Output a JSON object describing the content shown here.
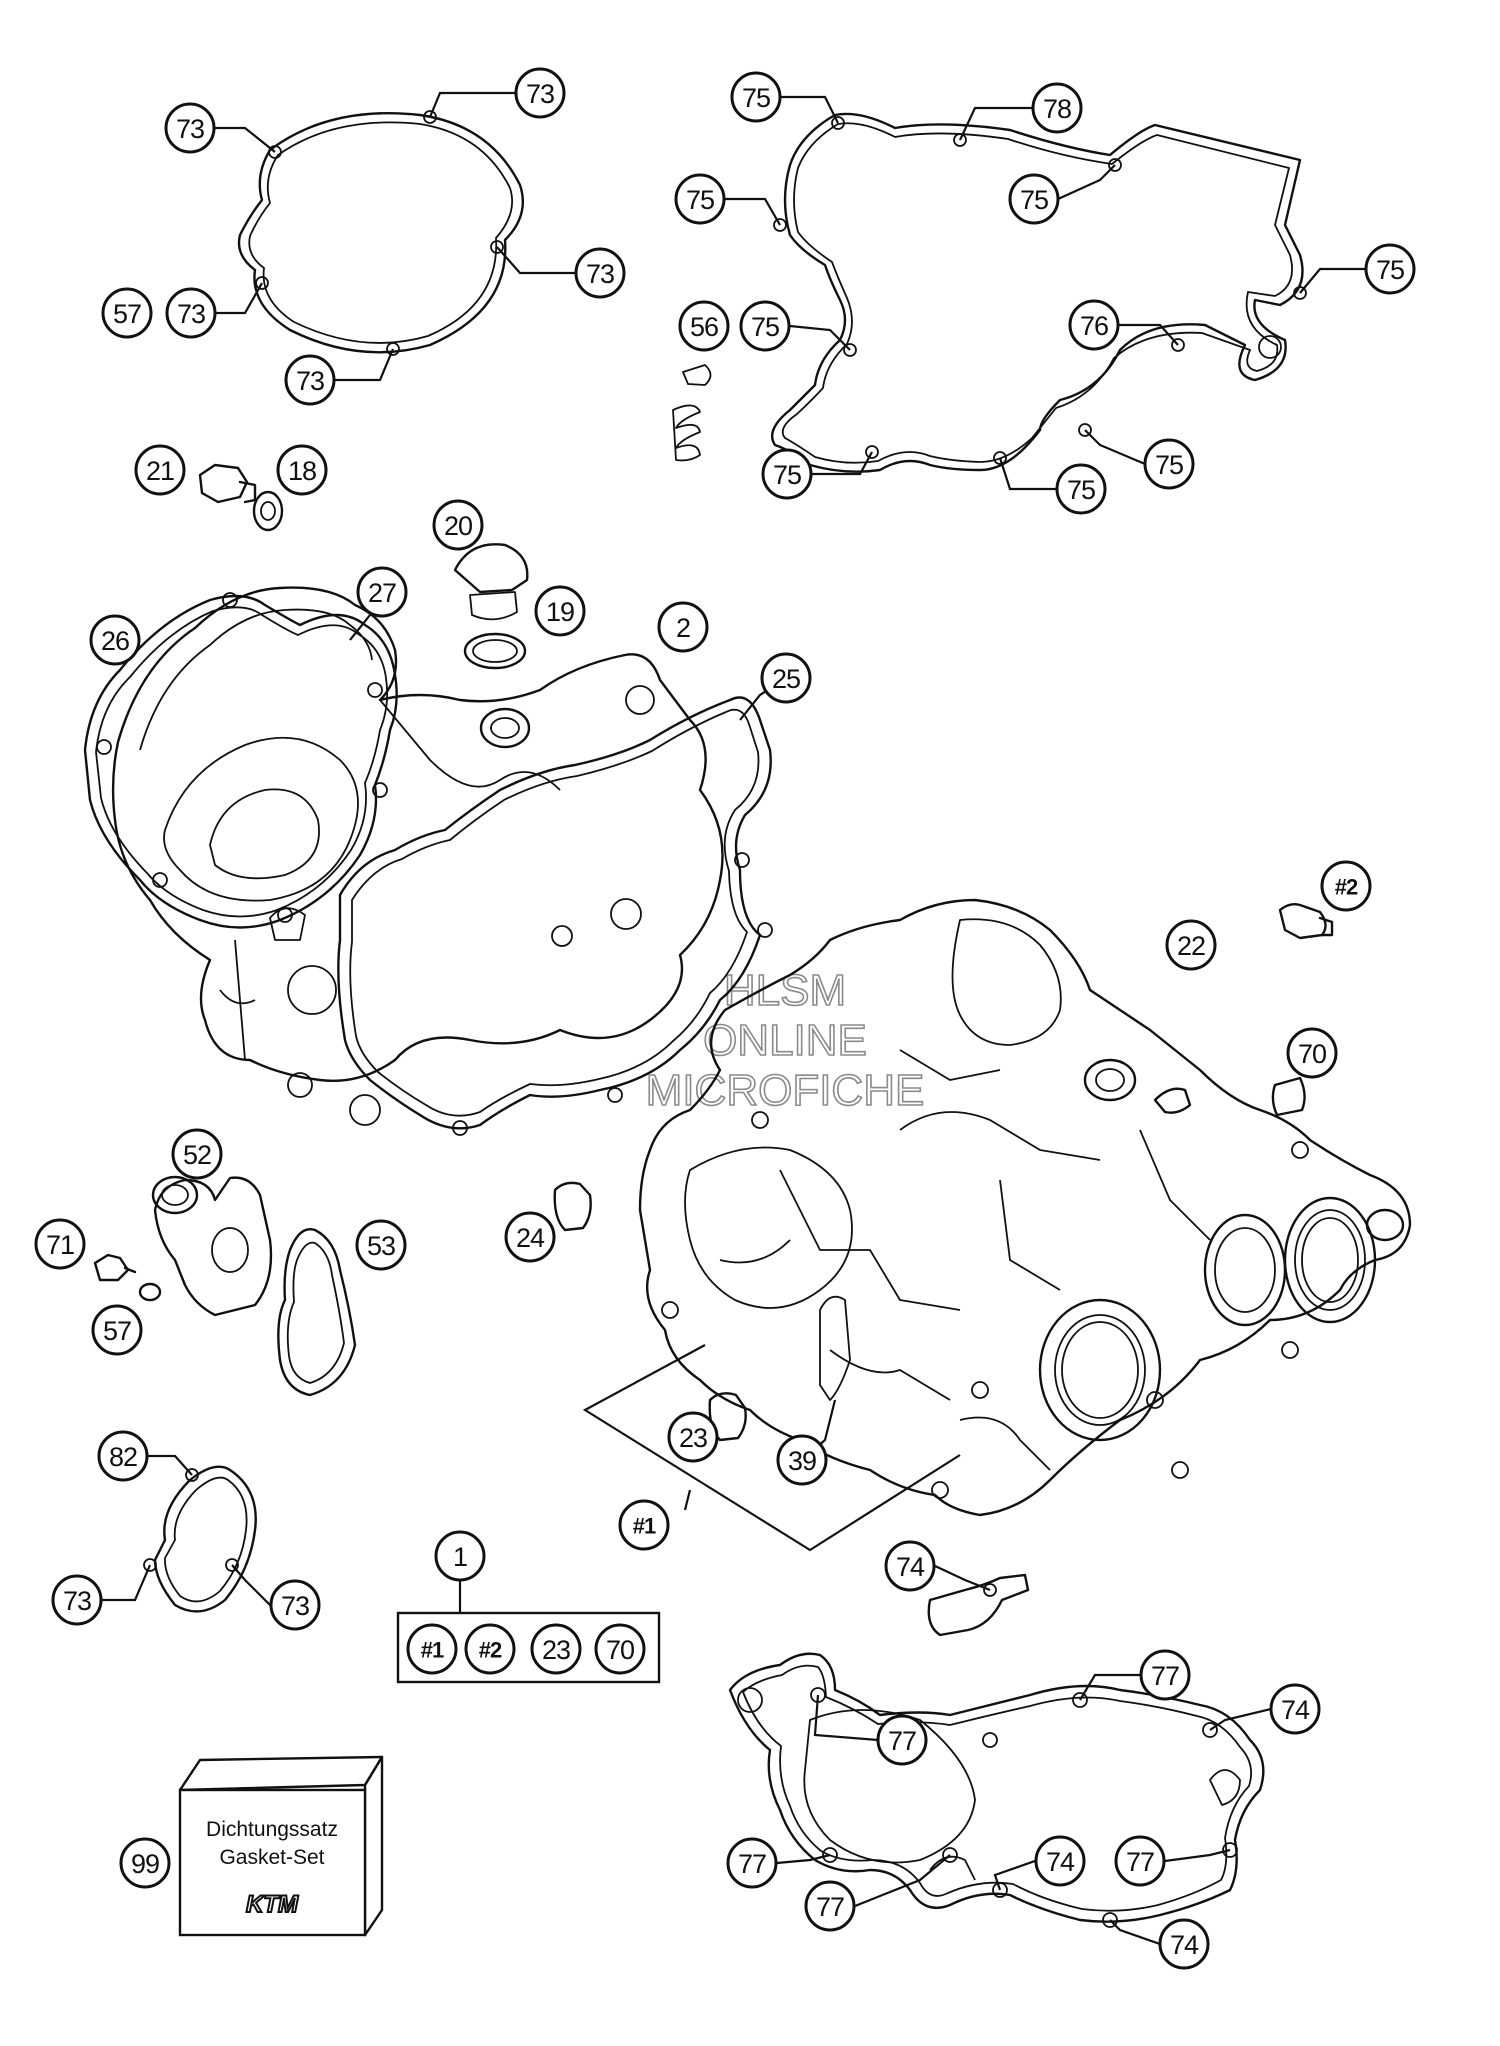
{
  "callouts": [
    {
      "label": "73"
    },
    {
      "label": "73"
    },
    {
      "label": "73"
    },
    {
      "label": "57"
    },
    {
      "label": "73"
    },
    {
      "label": "73"
    },
    {
      "label": "75"
    },
    {
      "label": "78"
    },
    {
      "label": "75"
    },
    {
      "label": "75"
    },
    {
      "label": "75"
    },
    {
      "label": "76"
    },
    {
      "label": "56"
    },
    {
      "label": "75"
    },
    {
      "label": "75"
    },
    {
      "label": "75"
    },
    {
      "label": "75"
    },
    {
      "label": "21"
    },
    {
      "label": "18"
    },
    {
      "label": "20"
    },
    {
      "label": "27"
    },
    {
      "label": "19"
    },
    {
      "label": "26"
    },
    {
      "label": "2"
    },
    {
      "label": "25"
    },
    {
      "label": "#2"
    },
    {
      "label": "22"
    },
    {
      "label": "70"
    },
    {
      "label": "52"
    },
    {
      "label": "71"
    },
    {
      "label": "53"
    },
    {
      "label": "24"
    },
    {
      "label": "57"
    },
    {
      "label": "23"
    },
    {
      "label": "39"
    },
    {
      "label": "#1"
    },
    {
      "label": "82"
    },
    {
      "label": "1"
    },
    {
      "label": "73"
    },
    {
      "label": "73"
    },
    {
      "label": "74"
    },
    {
      "label": "#1"
    },
    {
      "label": "#2"
    },
    {
      "label": "23"
    },
    {
      "label": "70"
    },
    {
      "label": "77"
    },
    {
      "label": "74"
    },
    {
      "label": "77"
    },
    {
      "label": "77"
    },
    {
      "label": "74"
    },
    {
      "label": "77"
    },
    {
      "label": "77"
    },
    {
      "label": "99"
    },
    {
      "label": "74"
    }
  ],
  "watermark": {
    "line1": "HLSM",
    "line2": "ONLINE",
    "line3": "MICROFICHE"
  },
  "gasket_box": {
    "line1": "Dichtungssatz",
    "line2": "Gasket-Set",
    "logo": "KTM"
  }
}
